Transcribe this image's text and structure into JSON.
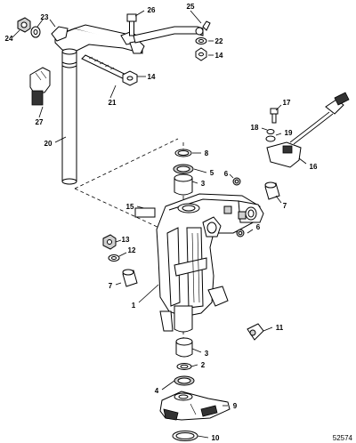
{
  "callouts": {
    "c1": "1",
    "c2": "2",
    "c3a": "3",
    "c3b": "3",
    "c4": "4",
    "c5": "5",
    "c6a": "6",
    "c6b": "6",
    "c7a": "7",
    "c7b": "7",
    "c8": "8",
    "c9": "9",
    "c10": "10",
    "c11": "11",
    "c12": "12",
    "c13": "13",
    "c14a": "14",
    "c14b": "14",
    "c15": "15",
    "c16": "16",
    "c17": "17",
    "c18": "18",
    "c19": "19",
    "c20": "20",
    "c21": "21",
    "c22": "22",
    "c23": "23",
    "c24": "24",
    "c25": "25",
    "c26": "26",
    "c27": "27"
  },
  "drawing_number": "52574"
}
